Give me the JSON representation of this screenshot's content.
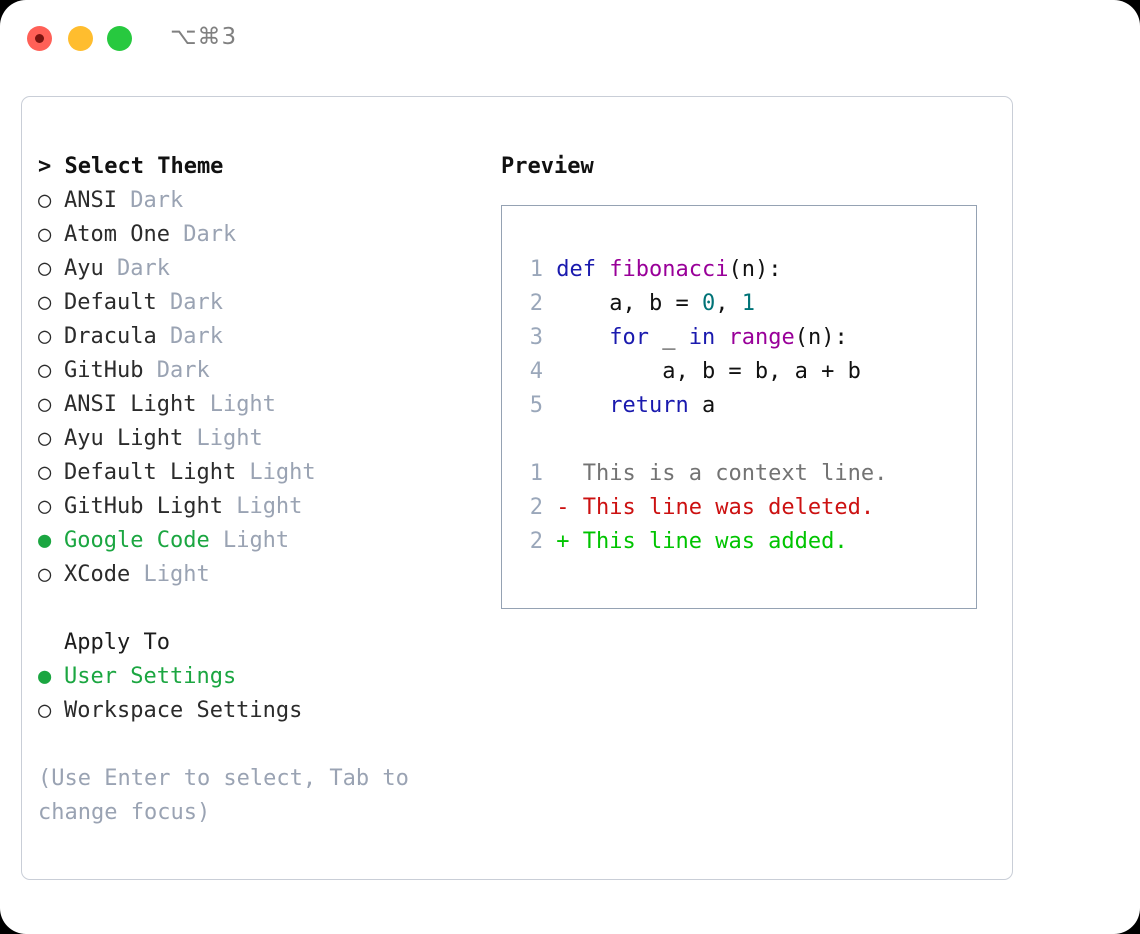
{
  "titlebar": {
    "shortcut": "⌥⌘3",
    "buttons": [
      "close",
      "minimize",
      "maximize"
    ]
  },
  "theme_list": {
    "header": "> Select Theme",
    "marker_unselected": "○",
    "marker_selected": "●",
    "items": [
      {
        "marker": "○",
        "name": "ANSI",
        "category": "Dark",
        "selected": false
      },
      {
        "marker": "○",
        "name": "Atom One",
        "category": "Dark",
        "selected": false
      },
      {
        "marker": "○",
        "name": "Ayu",
        "category": "Dark",
        "selected": false
      },
      {
        "marker": "○",
        "name": "Default",
        "category": "Dark",
        "selected": false
      },
      {
        "marker": "○",
        "name": "Dracula",
        "category": "Dark",
        "selected": false
      },
      {
        "marker": "○",
        "name": "GitHub",
        "category": "Dark",
        "selected": false
      },
      {
        "marker": "○",
        "name": "ANSI Light",
        "category": "Light",
        "selected": false
      },
      {
        "marker": "○",
        "name": "Ayu Light",
        "category": "Light",
        "selected": false
      },
      {
        "marker": "○",
        "name": "Default Light",
        "category": "Light",
        "selected": false
      },
      {
        "marker": "○",
        "name": "GitHub Light",
        "category": "Light",
        "selected": false
      },
      {
        "marker": "●",
        "name": "Google Code",
        "category": "Light",
        "selected": true
      },
      {
        "marker": "○",
        "name": "XCode",
        "category": "Light",
        "selected": false
      }
    ]
  },
  "apply_to": {
    "title": "Apply To",
    "items": [
      {
        "marker": "●",
        "name": "User Settings",
        "selected": true
      },
      {
        "marker": "○",
        "name": "Workspace Settings",
        "selected": false
      }
    ]
  },
  "hint": "(Use Enter to select, Tab to change focus)",
  "preview": {
    "title": "Preview",
    "code_lines": [
      {
        "num": "1",
        "tokens": [
          {
            "t": "def ",
            "c": "kw"
          },
          {
            "t": "fibonacci",
            "c": "fn"
          },
          {
            "t": "(n):",
            "c": "pl"
          }
        ]
      },
      {
        "num": "2",
        "tokens": [
          {
            "t": "    a, b = ",
            "c": "pl"
          },
          {
            "t": "0",
            "c": "num"
          },
          {
            "t": ", ",
            "c": "pl"
          },
          {
            "t": "1",
            "c": "num"
          }
        ]
      },
      {
        "num": "3",
        "tokens": [
          {
            "t": "    ",
            "c": "pl"
          },
          {
            "t": "for",
            "c": "kw"
          },
          {
            "t": " _ ",
            "c": "pl"
          },
          {
            "t": "in",
            "c": "kw"
          },
          {
            "t": " ",
            "c": "pl"
          },
          {
            "t": "range",
            "c": "fn"
          },
          {
            "t": "(n):",
            "c": "pl"
          }
        ]
      },
      {
        "num": "4",
        "tokens": [
          {
            "t": "        a, b = b, a + b",
            "c": "pl"
          }
        ]
      },
      {
        "num": "5",
        "tokens": [
          {
            "t": "    ",
            "c": "pl"
          },
          {
            "t": "return",
            "c": "kw"
          },
          {
            "t": " a",
            "c": "pl"
          }
        ]
      }
    ],
    "diff_lines": [
      {
        "num": "1",
        "sign": "  ",
        "text": "This is a context line.",
        "c": "ctx"
      },
      {
        "num": "2",
        "sign": "- ",
        "text": "This line was deleted.",
        "c": "del"
      },
      {
        "num": "2",
        "sign": "+ ",
        "text": "This line was added.",
        "c": "add"
      }
    ]
  },
  "colors": {
    "accent_green": "#1ba641",
    "muted_label": "#9aa3b3",
    "keyword": "#1a1aae",
    "function": "#990099",
    "number": "#007377",
    "diff_deleted": "#cc1111",
    "diff_added": "#00c400",
    "diff_context": "#737373",
    "line_number": "#9aa7ba",
    "panel_border": "#c9ced7",
    "preview_border": "#95a2b3",
    "traffic_close": "#ff6057",
    "traffic_min": "#ffbd2e",
    "traffic_max": "#27c93f"
  }
}
